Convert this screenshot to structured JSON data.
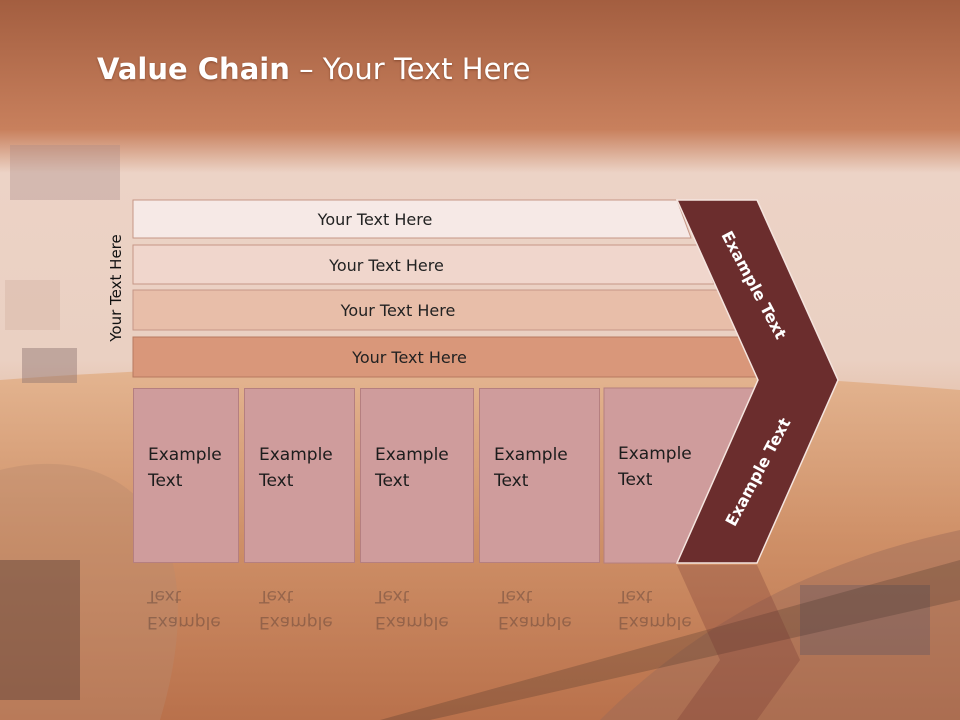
{
  "title": {
    "bold": "Value Chain",
    "rest": " – Your Text Here"
  },
  "side_label": "Your Text Here",
  "rows": [
    {
      "label": "Your Text Here",
      "color": "#f6e9e6"
    },
    {
      "label": "Your Text Here",
      "color": "#f0d6cc"
    },
    {
      "label": "Your Text Here",
      "color": "#e8bea9"
    },
    {
      "label": "Your Text Here",
      "color": "#d9977a"
    }
  ],
  "columns": [
    {
      "label": "Example\nText"
    },
    {
      "label": "Example\nText"
    },
    {
      "label": "Example\nText"
    },
    {
      "label": "Example\nText"
    },
    {
      "label": "Example\nText"
    }
  ],
  "chevron": {
    "upper_label": "Example Text",
    "lower_label": "Example Text",
    "color": "#6b2d2d"
  }
}
